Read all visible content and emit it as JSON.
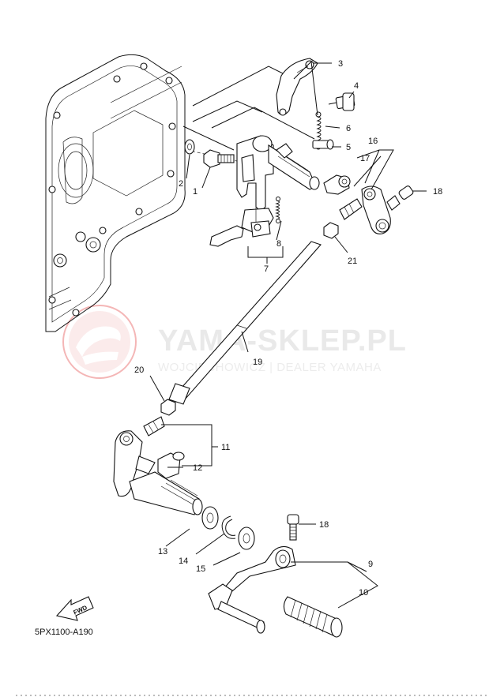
{
  "watermark": {
    "brand": "YAMA-SKLEP.PL",
    "subtitle": "WOJCIECHOWICZ | DEALER YAMAHA",
    "logo_color": "#e03030"
  },
  "diagram_code": "5PX1100-A190",
  "fwd_label": "FWD",
  "callouts": [
    "1",
    "2",
    "3",
    "4",
    "5",
    "6",
    "7",
    "8",
    "9",
    "10",
    "11",
    "12",
    "13",
    "14",
    "15",
    "16",
    "17",
    "18",
    "18",
    "19",
    "20",
    "21"
  ]
}
